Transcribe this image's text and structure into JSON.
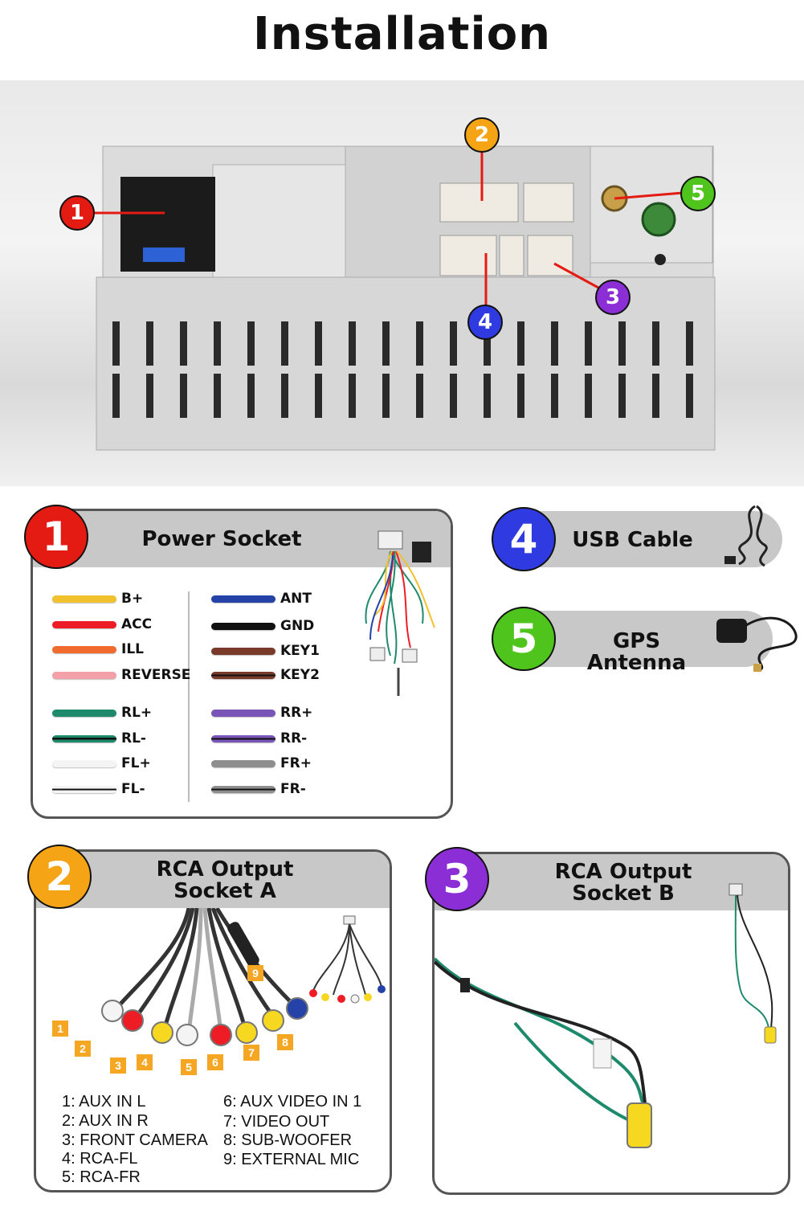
{
  "page": {
    "title": "Installation"
  },
  "callouts": [
    "1",
    "2",
    "3",
    "4",
    "5"
  ],
  "colors": {
    "red": "#e31b13",
    "orange": "#f5a416",
    "purple": "#8c2ed6",
    "blue": "#2f3be0",
    "green": "#4ec41c"
  },
  "power_socket": {
    "number": "1",
    "title": "Power Socket",
    "wires_left": [
      {
        "label": "B+",
        "color": "#f2c12e"
      },
      {
        "label": "ACC",
        "color": "#ee1c25"
      },
      {
        "label": "ILL",
        "color": "#f26b2e"
      },
      {
        "label": "REVERSE",
        "color": "#f4a0a8"
      },
      {
        "label": "RL+",
        "color": "#1e8a6c"
      },
      {
        "label": "RL-",
        "color": "#1e8a6c"
      },
      {
        "label": "FL+",
        "color": "#f4f4f4"
      },
      {
        "label": "FL-",
        "color": "#f4f4f4"
      }
    ],
    "wires_right": [
      {
        "label": "ANT",
        "color": "#2442a8"
      },
      {
        "label": "GND",
        "color": "#111111"
      },
      {
        "label": "KEY1",
        "color": "#7a3a2a"
      },
      {
        "label": "KEY2",
        "color": "#7a3a2a"
      },
      {
        "label": "RR+",
        "color": "#7a55b8"
      },
      {
        "label": "RR-",
        "color": "#7a55b8"
      },
      {
        "label": "FR+",
        "color": "#8e8e8e"
      },
      {
        "label": "FR-",
        "color": "#8e8e8e"
      }
    ]
  },
  "usb_cable": {
    "number": "4",
    "title": "USB Cable"
  },
  "gps_antenna": {
    "number": "5",
    "title": "GPS Antenna"
  },
  "rca_a": {
    "number": "2",
    "title_line1": "RCA Output",
    "title_line2": "Socket A",
    "tags": [
      "1",
      "2",
      "3",
      "4",
      "5",
      "6",
      "7",
      "8",
      "9"
    ],
    "legend_left": [
      "1: AUX IN L",
      "2: AUX IN R",
      "3: FRONT CAMERA",
      "4: RCA-FL",
      "5: RCA-FR"
    ],
    "legend_right": [
      "6: AUX VIDEO IN 1",
      "7: VIDEO OUT",
      "8: SUB-WOOFER",
      "9: EXTERNAL MIC"
    ]
  },
  "rca_b": {
    "number": "3",
    "title_line1": "RCA Output",
    "title_line2": "Socket B"
  }
}
